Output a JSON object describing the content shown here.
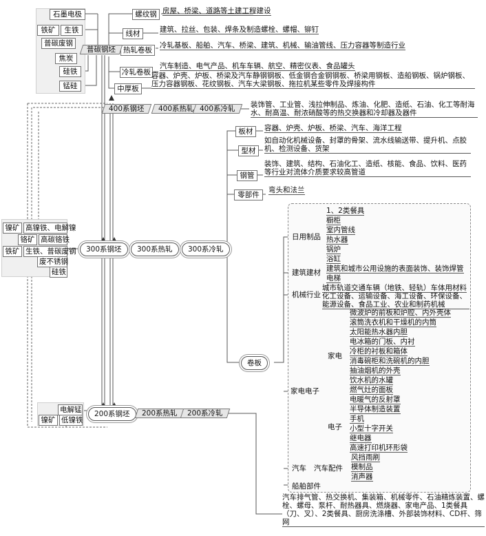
{
  "g1": {
    "inputs": [
      "石墨电极",
      "铁矿",
      "生铁",
      "普碳废钢",
      "焦炭",
      "硅铁",
      "锰硅"
    ],
    "core": "普碳钢坯",
    "branches": [
      {
        "name": "螺纹钢",
        "uses": "房屋、桥梁、道路等土建工程建设"
      },
      {
        "name": "线材",
        "uses": "建筑、拉丝、包装、焊条及制造螺栓、螺帽、铆钉"
      },
      {
        "name": "热轧卷板",
        "uses": "冷轧基板、船舶、汽车、桥梁、建筑、机械、输油管线、压力容器等制造行业"
      },
      {
        "name": "冷轧卷板",
        "uses": "汽车制造、电气产品、机车车辆、航空、精密仪表、食品罐头"
      },
      {
        "name": "中厚板",
        "uses": "容器、炉壳、炉板、桥梁及汽车静钢钢板、低金钢合金钢钢板、桥梁用钢板、造船钢板、锅炉钢板、压力容器钢板、花纹钢板、汽车大梁钢板、拖拉机某些零件及焊接构件"
      }
    ]
  },
  "g400": {
    "steps": [
      "400系钢坯",
      "400系热轧",
      "400系冷轧"
    ],
    "uses": "装饰管、工业管、浅拉伸制品、炼油、化肥、造纸、石油、化工等耐海水、耐高温、耐浓硝酸等的热交换器和冷却器及器件"
  },
  "g300": {
    "inputs": [
      "镍矿",
      "高镍铁、电解镍",
      "铬矿",
      "高碳铬铁",
      "铁矿",
      "生铁、普碳废钢",
      "废不锈钢",
      "硅铁"
    ],
    "steps": [
      "300系钢坯",
      "300系热轧",
      "300系冷轧"
    ],
    "products": [
      {
        "name": "板材",
        "uses": "容器、炉壳、炉板、桥梁、汽车、海洋工程"
      },
      {
        "name": "型材",
        "uses": "如自动化机械设备、封罩的骨架、流水线输送带、提升机、点胶机、检测设备、货架"
      },
      {
        "name": "钢管",
        "uses": "装饰、建筑、结构、石油化工、造纸、核能、食品、饮料、医药等行业对流体介质要求较高管道"
      },
      {
        "name": "零部件",
        "uses": "弯头和法兰"
      }
    ],
    "coil": "卷板",
    "cat": {
      "daily": {
        "name": "日用制品",
        "items": [
          "1、2类餐具",
          "橱柜",
          "室内管线",
          "热水器",
          "锅炉",
          "浴缸"
        ]
      },
      "build": {
        "name": "建筑建材",
        "items": [
          "建筑和城市公用设施的表面装饰、装饰焊管",
          "电梯"
        ]
      },
      "mech": {
        "name": "机械行业",
        "items": [
          "城市轨道交通车辆（地铁、轻轨）车体用材料",
          "化工设备、运输设备、海工设备、环保设备、能源设备、食品工业、农业和制药机械"
        ]
      },
      "appl": {
        "name": "家电电子",
        "home": "家电",
        "home_items": [
          "微波炉的前板和炉腔、内外壳体",
          "滚筒洗衣机和干燥机的内筒",
          "太阳能热水器内胆",
          "电冰箱的门板、内衬",
          "冷柜的衬板和箱体",
          "消毒碗柜和洗碗机的内胆",
          "抽油烟机的外壳",
          "饮水机的水罐",
          "燃气灶的面板",
          "电暖气的反射罩"
        ],
        "elec": "电子",
        "elec_items": [
          "半导体制造装置",
          "手机",
          "小型十字开关",
          "继电器",
          "高速打印机环形袋"
        ]
      },
      "auto": {
        "name": "汽车",
        "sub": "汽车配件",
        "items": [
          "风挡雨刷",
          "模制品",
          "消声器"
        ]
      },
      "ship": {
        "name": "船舶部件"
      }
    }
  },
  "g200": {
    "inputs": [
      "电解锰",
      "镍矿",
      "低镍铁"
    ],
    "steps": [
      "200系钢坯",
      "200系热轧",
      "200系冷轧"
    ],
    "uses": "汽车排气管、热交换机、集装箱、机械零件、石油精炼装置、螺栓、螺母、泵杆、耐热器具、燃烧器、家电产品、1类餐具（刀、叉）、2类餐具、厨房洗涤槽、外部装饰材料、CD杆、筛网"
  }
}
